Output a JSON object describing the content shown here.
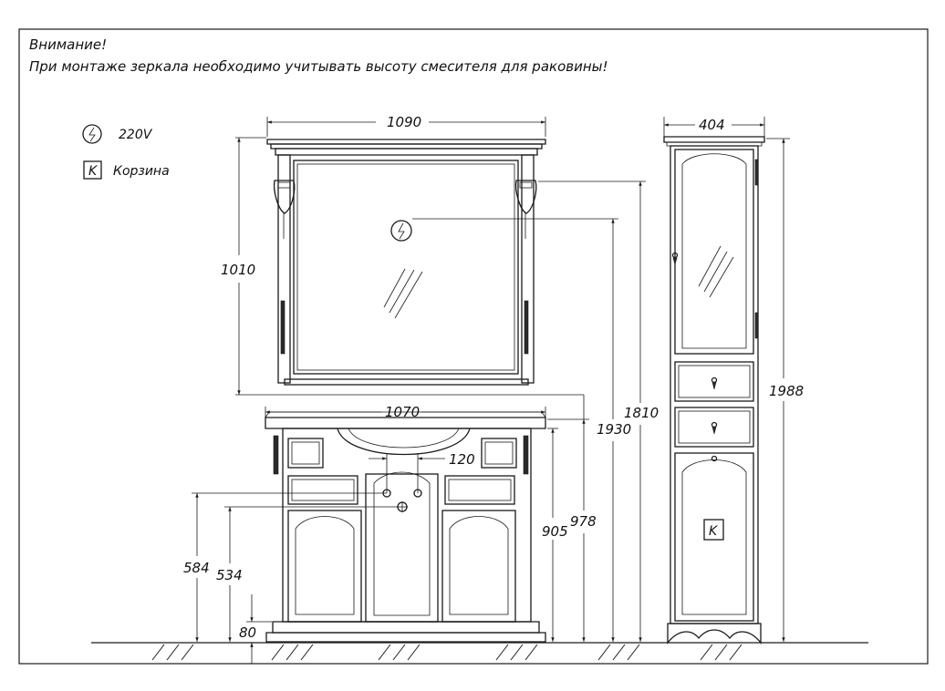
{
  "notes": {
    "line1": "Внимание!",
    "line2": "При монтаже зеркала необходимо учитывать высоту смесителя для раковины!"
  },
  "legend": [
    {
      "icon": "power-socket-icon",
      "label": "220V"
    },
    {
      "icon": "basket-icon",
      "symbol": "K",
      "label": "Корзина"
    }
  ],
  "symbols": {
    "basket": "K"
  },
  "dimensions": {
    "mirror_width": "1090",
    "mirror_height": "1010",
    "vanity_width": "1070",
    "faucet_spacing": "120",
    "tall_cabinet_width": "404",
    "tall_cabinet_height": "1988",
    "socket_height": "1930",
    "mirror_light_height": "1810",
    "vanity_top_height": "978",
    "vanity_body_height": "905",
    "hot_water_height": "584",
    "drain_height": "534",
    "plinth_height": "80"
  }
}
